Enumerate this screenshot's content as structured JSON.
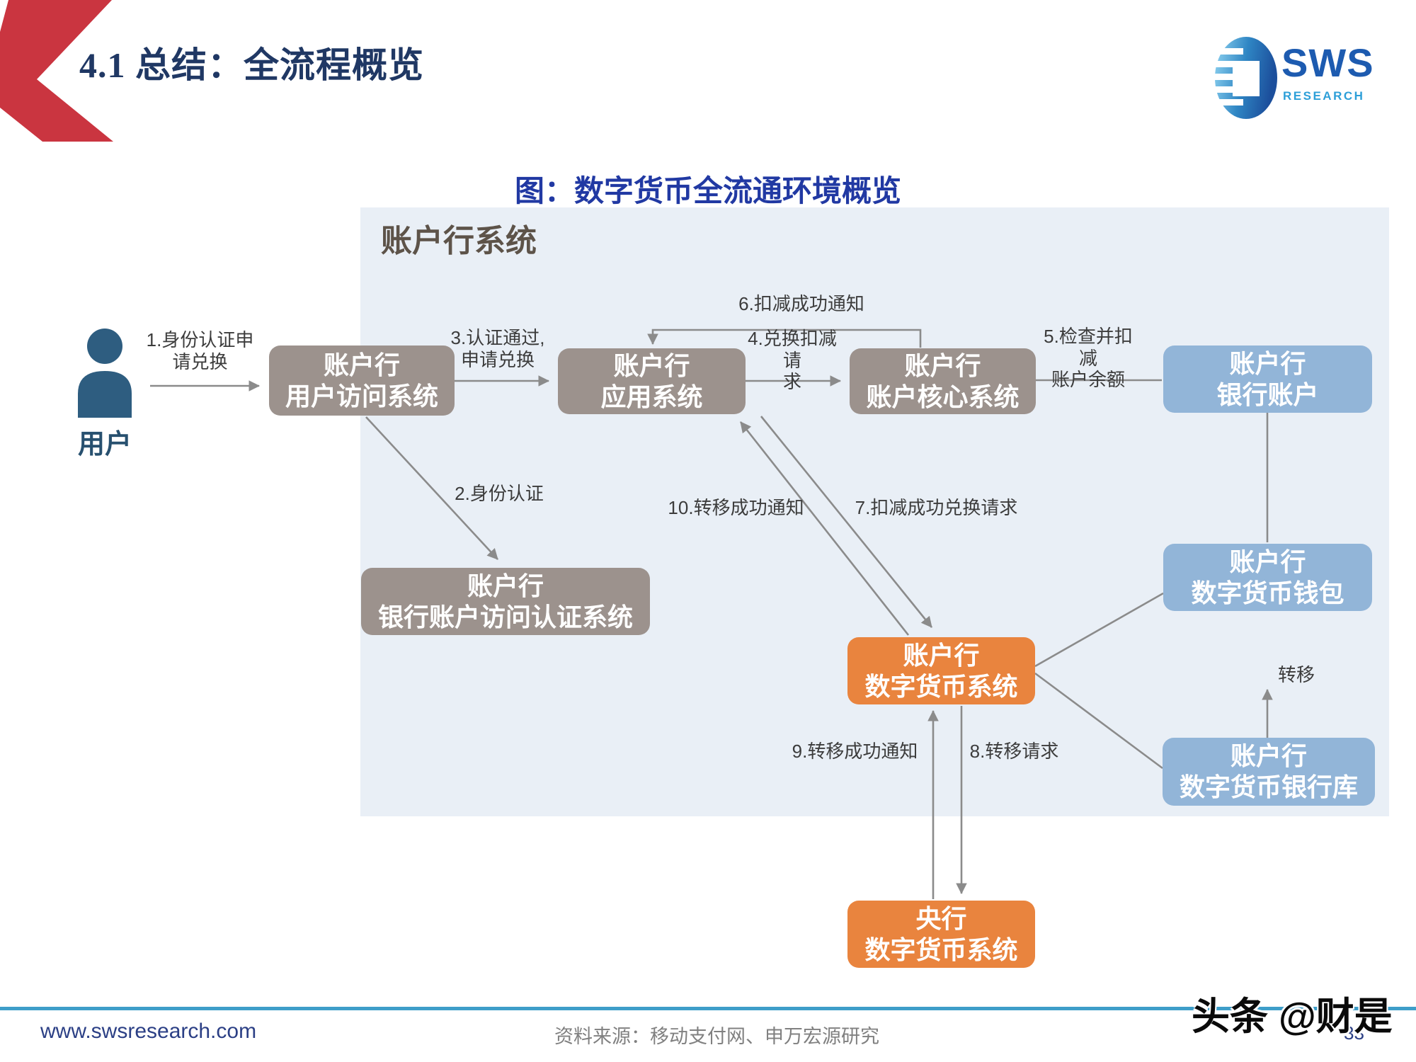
{
  "slide": {
    "title": "4.1 总结：全流程概览",
    "page_number": "33",
    "website": "www.swsresearch.com",
    "source": "资料来源：移动支付网、申万宏源研究",
    "watermark": "头条 @财是"
  },
  "brand": {
    "name": "SWS",
    "subtitle": "RESEARCH"
  },
  "figure": {
    "title": "图：数字货币全流通环境概览"
  },
  "diagram": {
    "panel_label": "账户行系统",
    "user_label": "用户",
    "nodes": {
      "user_access": {
        "line1": "账户行",
        "line2": "用户访问系统"
      },
      "app_system": {
        "line1": "账户行",
        "line2": "应用系统"
      },
      "core_system": {
        "line1": "账户行",
        "line2": "账户核心系统"
      },
      "bank_account": {
        "line1": "账户行",
        "line2": "银行账户"
      },
      "auth_system": {
        "line1": "账户行",
        "line2": "银行账户访问认证系统"
      },
      "dc_system": {
        "line1": "账户行",
        "line2": "数字货币系统"
      },
      "dc_wallet": {
        "line1": "账户行",
        "line2": "数字货币钱包"
      },
      "dc_vault": {
        "line1": "账户行",
        "line2": "数字货币银行库"
      },
      "pboc_system": {
        "line1": "央行",
        "line2": "数字货币系统"
      }
    },
    "edge_labels": {
      "e1": "1.身份认证申\n请兑换",
      "e2": "2.身份认证",
      "e3": "3.认证通过,\n申请兑换",
      "e4": "4.兑换扣减请\n求",
      "e5": "5.检查并扣减\n账户余额",
      "e6": "6.扣减成功通知",
      "e7": "7.扣减成功兑换请求",
      "e8": "8.转移请求",
      "e9": "9.转移成功通知",
      "e10": "10.转移成功通知",
      "transfer": "转移"
    },
    "colors": {
      "gray": "#9c928d",
      "blue": "#92b5d8",
      "orange": "#e9843e",
      "panel": "#e9eff6",
      "line": "#8b8b8b"
    }
  }
}
